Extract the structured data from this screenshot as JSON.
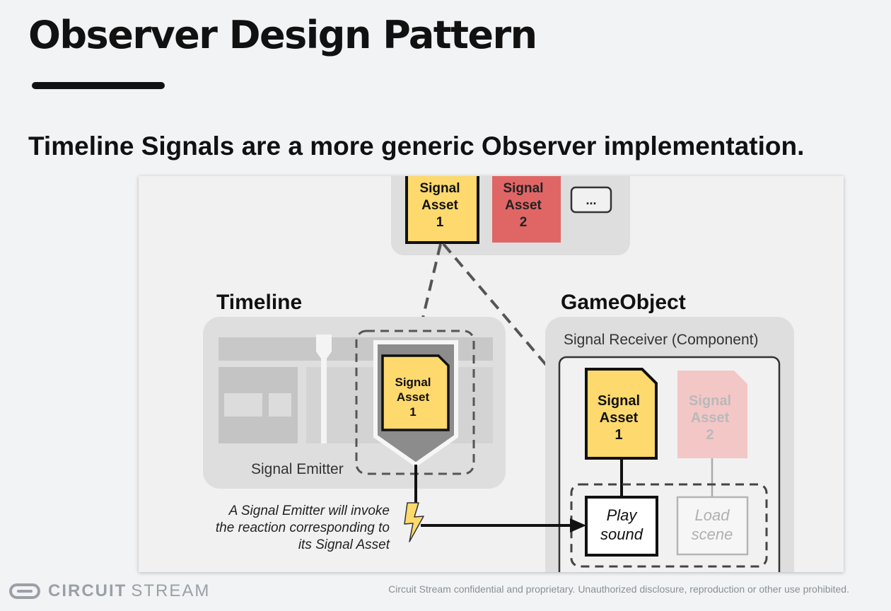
{
  "slide": {
    "title": "Observer Design Pattern",
    "subtitle": "Timeline Signals are a more generic Observer implementation."
  },
  "diagram": {
    "top_assets": {
      "asset1_line1": "Signal",
      "asset1_line2": "Asset",
      "asset1_line3": "1",
      "asset2_line1": "Signal",
      "asset2_line2": "Asset",
      "asset2_line3": "2",
      "more_label": "..."
    },
    "timeline": {
      "heading": "Timeline",
      "emitter_label": "Signal Emitter",
      "marker_line1": "Signal",
      "marker_line2": "Asset",
      "marker_line3": "1"
    },
    "gameobject": {
      "heading": "GameObject",
      "component_label": "Signal Receiver (Component)",
      "asset1_line1": "Signal",
      "asset1_line2": "Asset",
      "asset1_line3": "1",
      "asset2_line1": "Signal",
      "asset2_line2": "Asset",
      "asset2_line3": "2",
      "reaction1_line1": "Play",
      "reaction1_line2": "sound",
      "reaction2_line1": "Load",
      "reaction2_line2": "scene"
    },
    "annotation": {
      "line1": "A Signal Emitter will invoke",
      "line2": "the reaction corresponding to",
      "line3": "its Signal Asset"
    },
    "colors": {
      "signal_yellow": "#fdd96e",
      "signal_red": "#e06666",
      "signal_red_faded": "#f4c7c7",
      "panel_gray": "#dedede"
    },
    "icons": [
      "lightning-bolt-icon",
      "more-icon"
    ]
  },
  "footer": {
    "brand_bold": "CIRCUIT",
    "brand_light": "STREAM",
    "disclaimer": "Circuit Stream confidential and proprietary. Unauthorized disclosure, reproduction or other use prohibited."
  }
}
